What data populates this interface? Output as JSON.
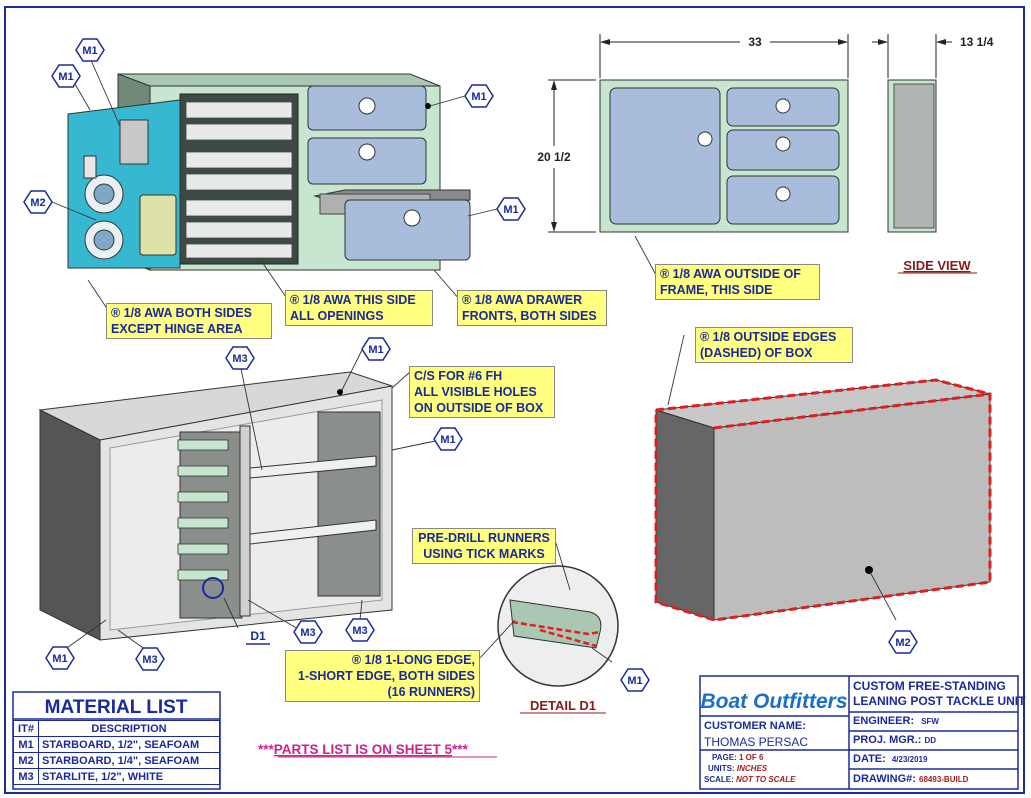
{
  "dimensions": {
    "width": "33",
    "height": "20 1/2",
    "depth": "13 1/4"
  },
  "side_view_label": "SIDE VIEW",
  "material_tags": {
    "m1": "M1",
    "m2": "M2",
    "m3": "M3",
    "d1": "D1"
  },
  "callouts": {
    "awa_both_sides": [
      "® 1/8 AWA BOTH SIDES",
      "EXCEPT HINGE AREA"
    ],
    "awa_this_side": [
      "® 1/8 AWA THIS SIDE",
      "ALL OPENINGS"
    ],
    "awa_drawer": [
      "® 1/8 AWA DRAWER",
      "FRONTS, BOTH SIDES"
    ],
    "awa_outside_frame": [
      "® 1/8 AWA OUTSIDE OF",
      "FRAME, THIS SIDE"
    ],
    "outside_edges": [
      "® 1/8 OUTSIDE EDGES",
      "(DASHED) OF BOX"
    ],
    "countersink": [
      "C/S FOR #6 FH",
      "ALL VISIBLE HOLES",
      "ON OUTSIDE OF BOX"
    ],
    "predrill": [
      "PRE-DRILL RUNNERS",
      "USING TICK MARKS"
    ],
    "runner_edges": [
      "® 1/8 1-LONG EDGE,",
      "1-SHORT EDGE, BOTH SIDES",
      "(16 RUNNERS)"
    ]
  },
  "detail_label": "DETAIL  D1",
  "parts_note": {
    "prefix": "***",
    "text": "PARTS LIST IS ON SHEET 5",
    "suffix": "***"
  },
  "material_list": {
    "title": "MATERIAL LIST",
    "headers": [
      "IT#",
      "DESCRIPTION"
    ],
    "rows": [
      [
        "M1",
        "STARBOARD, 1/2\", SEAFOAM"
      ],
      [
        "M2",
        "STARBOARD, 1/4\", SEAFOAM"
      ],
      [
        "M3",
        "STARLITE, 1/2\", WHITE"
      ]
    ]
  },
  "title_block": {
    "logo": "Boat Outfitters",
    "customer_label": "CUSTOMER NAME:",
    "customer": "THOMAS PERSAC",
    "page_label": "PAGE:",
    "page": "1 OF 6",
    "units_label": "UNITS:",
    "units": "INCHES",
    "scale_label": "SCALE:",
    "scale": "NOT TO SCALE",
    "title": [
      "CUSTOM FREE-STANDING",
      "LEANING POST TACKLE UNIT"
    ],
    "engineer_label": "ENGINEER:",
    "engineer": "SFW",
    "pm_label": "PROJ. MGR.:",
    "pm": "DD",
    "date_label": "DATE:",
    "date": "4/23/2019",
    "drawing_label": "DRAWING#:",
    "drawing": "68493-BUILD"
  },
  "colors": {
    "border": "#1a2a9c",
    "callout_fill": "#ffff80",
    "seafoam": "#c6e6cf",
    "drawer": "#a8bcdb",
    "cyan": "#35b8d0",
    "red_dash": "#e02020",
    "parts_note": "#d0208a"
  }
}
